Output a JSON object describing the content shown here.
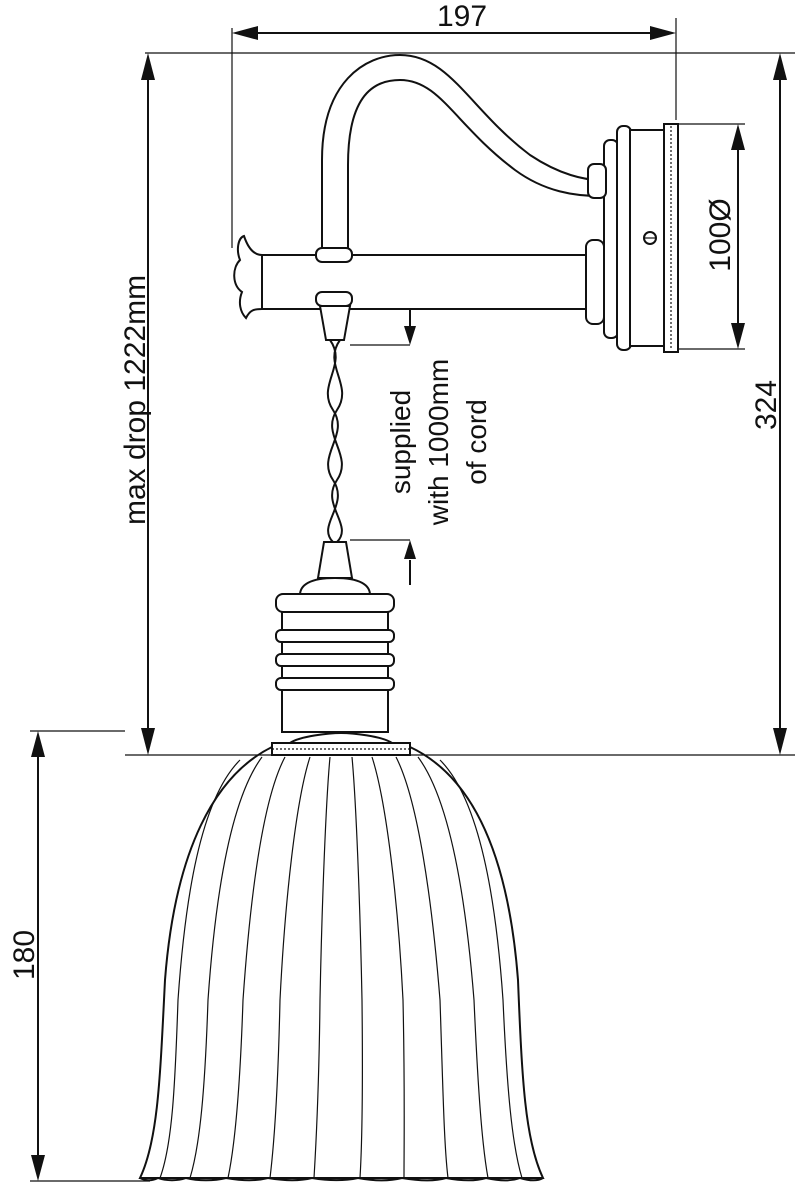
{
  "dimensions": {
    "width": "197",
    "backplate_diameter": "100Ø",
    "height": "324",
    "shade_height": "180",
    "max_drop": "max drop 1222mm"
  },
  "cord_note": [
    "supplied",
    "with 1000mm",
    "of cord"
  ]
}
